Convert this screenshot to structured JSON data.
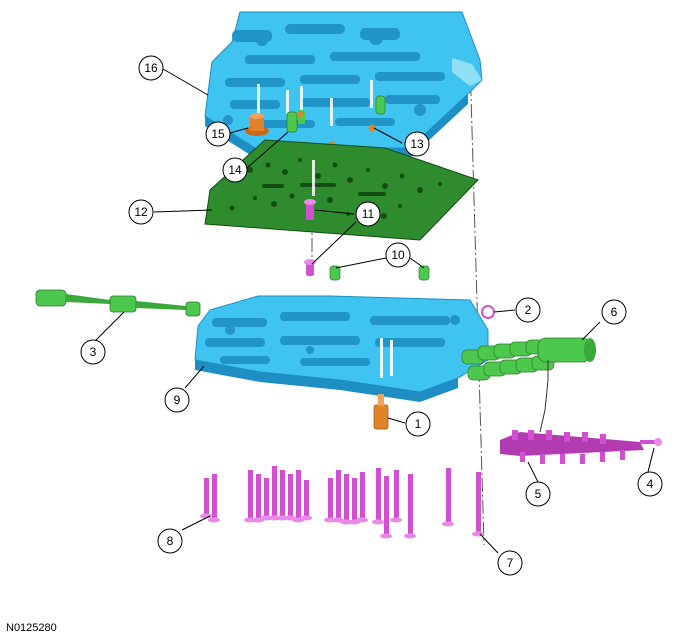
{
  "figure_ref": "N0125280",
  "colors": {
    "valve_body": "#3fc3f0",
    "valve_body_dark": "#1e8fc4",
    "separator_plate": "#2e8b2e",
    "separator_dark": "#134d13",
    "green_part": "#4cc94c",
    "bolt_magenta": "#d24fd2",
    "orange_part": "#e2822a"
  },
  "callouts": [
    {
      "n": "1"
    },
    {
      "n": "2"
    },
    {
      "n": "3"
    },
    {
      "n": "4"
    },
    {
      "n": "5"
    },
    {
      "n": "6"
    },
    {
      "n": "7"
    },
    {
      "n": "8"
    },
    {
      "n": "9"
    },
    {
      "n": "10"
    },
    {
      "n": "11"
    },
    {
      "n": "12"
    },
    {
      "n": "13"
    },
    {
      "n": "14"
    },
    {
      "n": "15"
    },
    {
      "n": "16"
    }
  ]
}
